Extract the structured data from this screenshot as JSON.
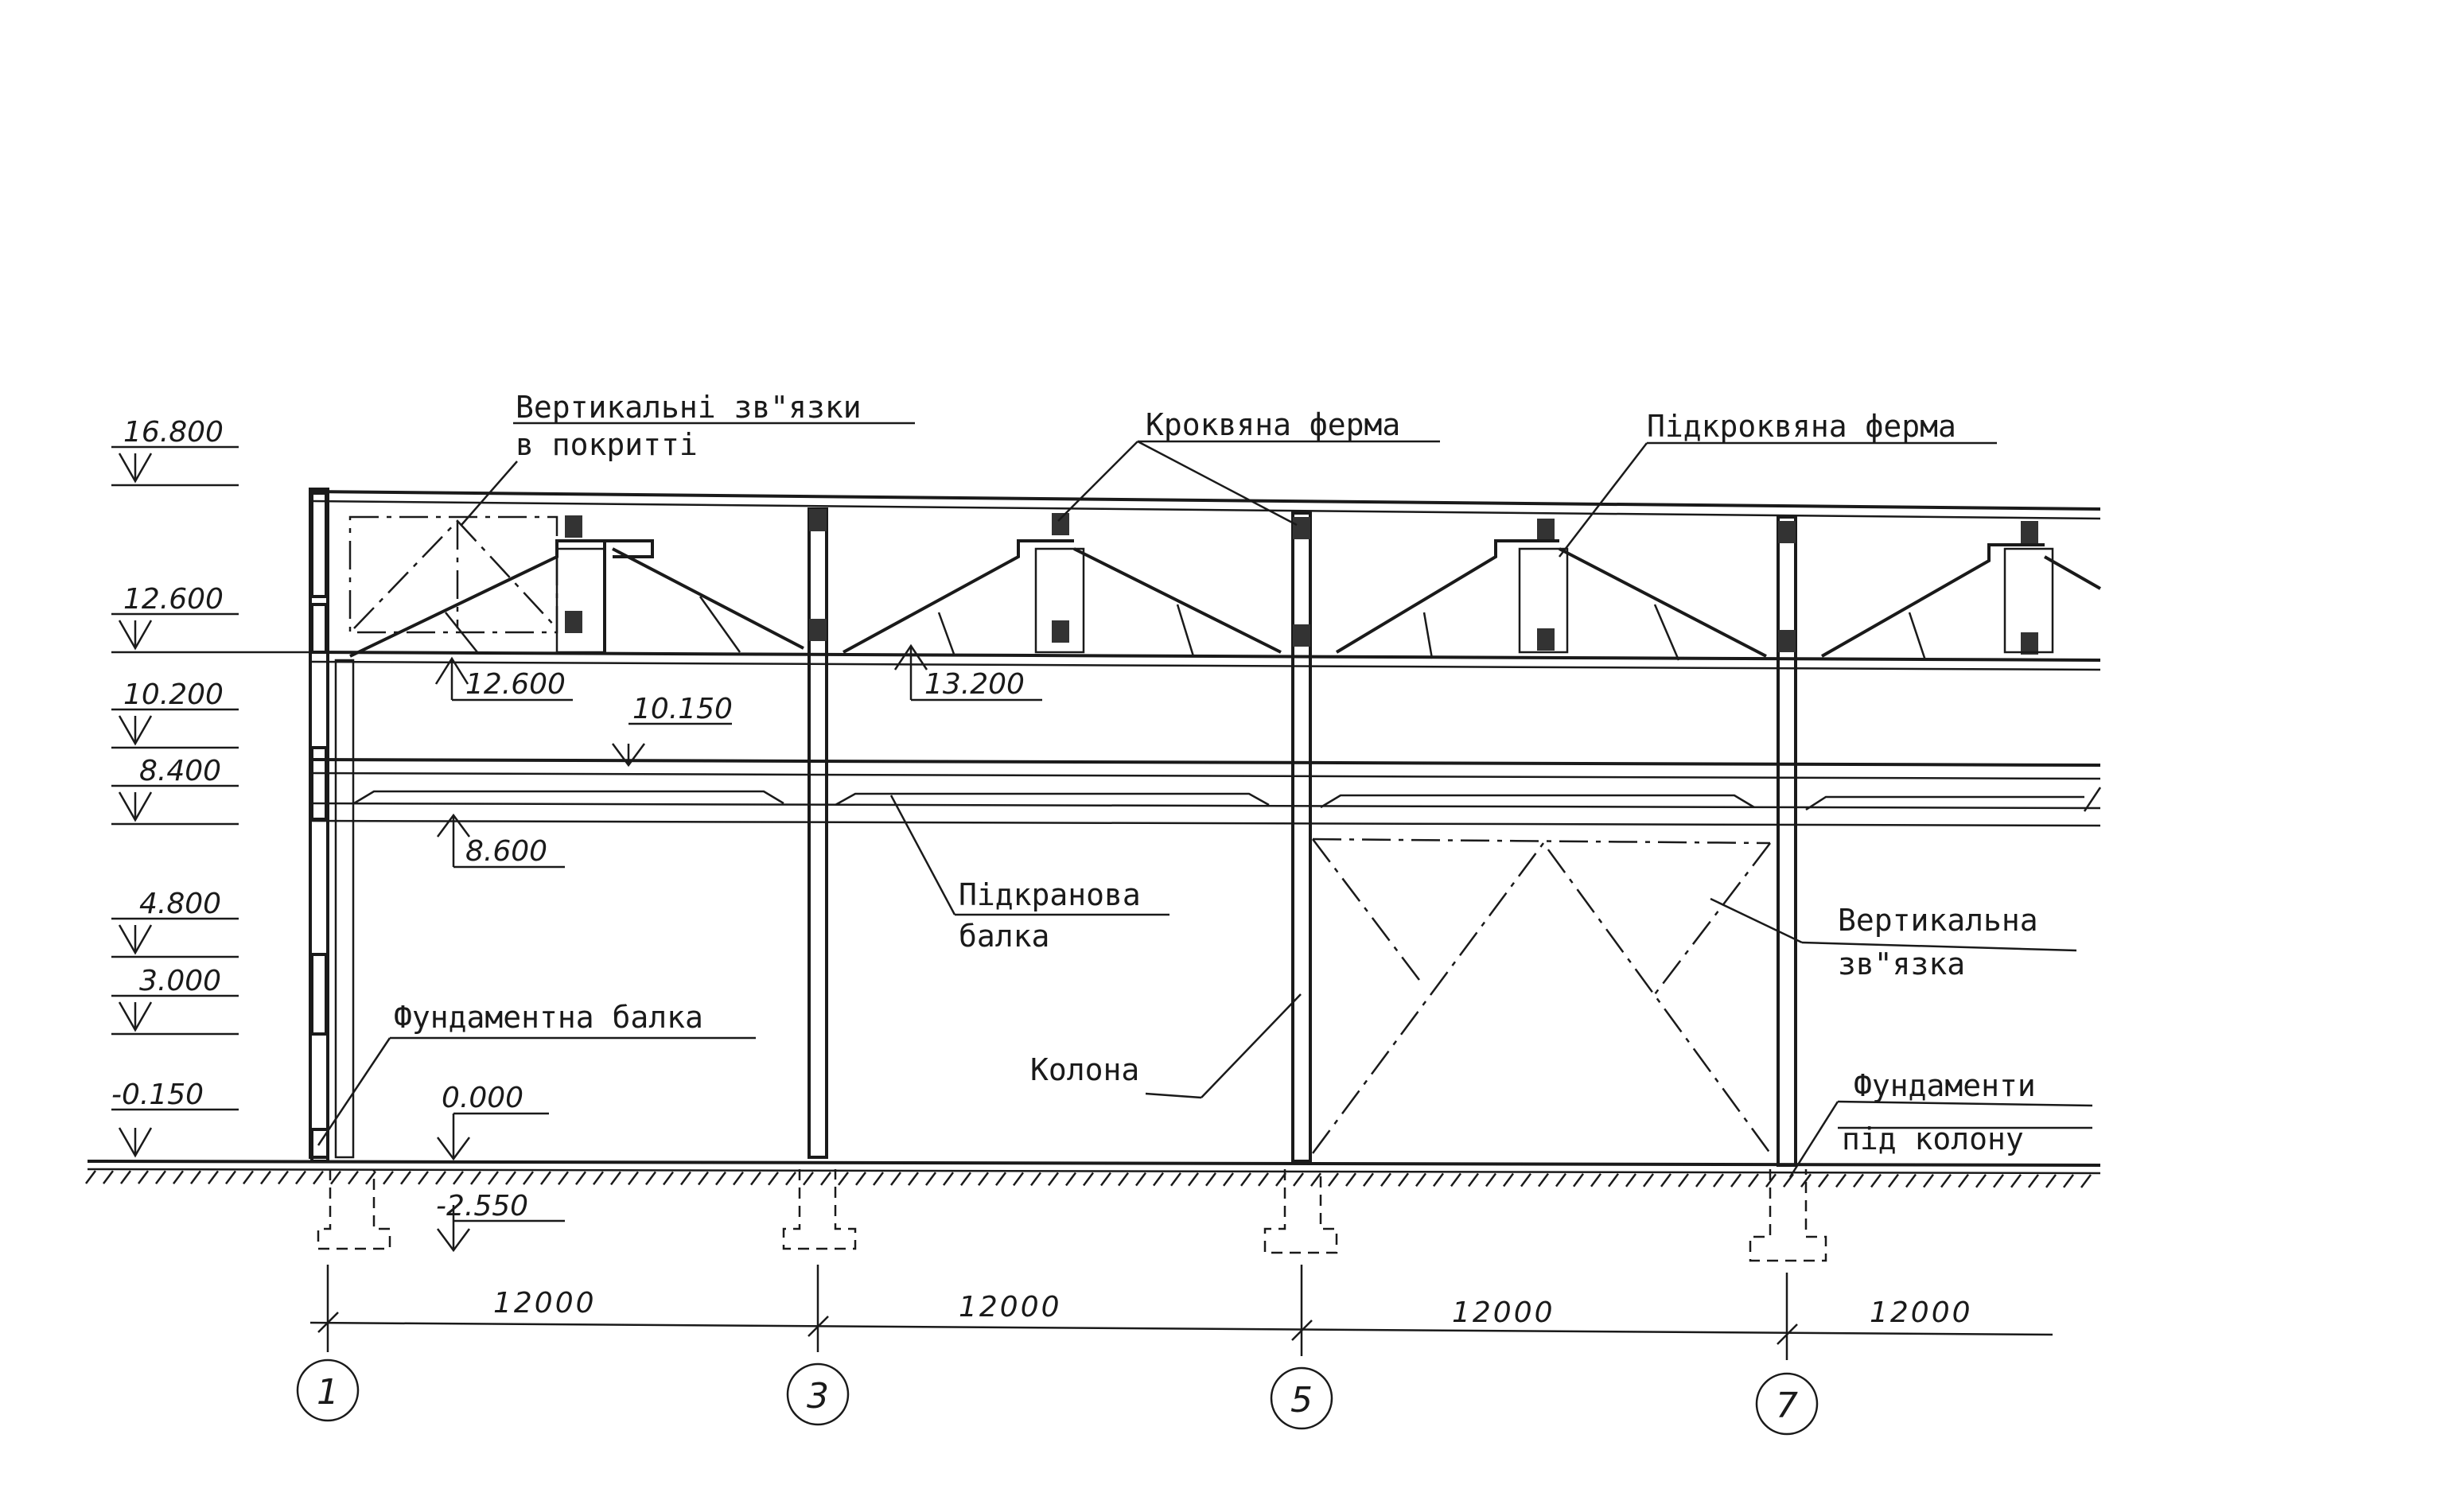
{
  "labels": {
    "vertical_bracing_roof_line1": "Вертикальні зв\"язки",
    "vertical_bracing_roof_line2": "в покритті",
    "rafter_truss": "Кроквяна ферма",
    "sub_rafter_truss": "Підкроквяна ферма",
    "crane_beam_line1": "Підкранова",
    "crane_beam_line2": "балка",
    "vertical_bracing_line1": "Вертикальна",
    "vertical_bracing_line2": "зв\"язка",
    "column": "Колона",
    "foundation_beam": "Фундаментна балка",
    "foundations_line1": "Фундаменти",
    "foundations_line2": "під колону"
  },
  "left_elevations": [
    "16.800",
    "12.600",
    "10.200",
    "8.400",
    "4.800",
    "3.000",
    "-0.150"
  ],
  "inner_elevations": {
    "truss_bottom_left": "12.600",
    "truss_bottom_mid": "13.200",
    "crane_rail": "10.150",
    "crane_beam_bottom": "8.600",
    "floor": "0.000",
    "foundation_depth": "-2.550"
  },
  "spans": [
    "12000",
    "12000",
    "12000",
    "12000"
  ],
  "axes": [
    "1",
    "3",
    "5",
    "7"
  ]
}
